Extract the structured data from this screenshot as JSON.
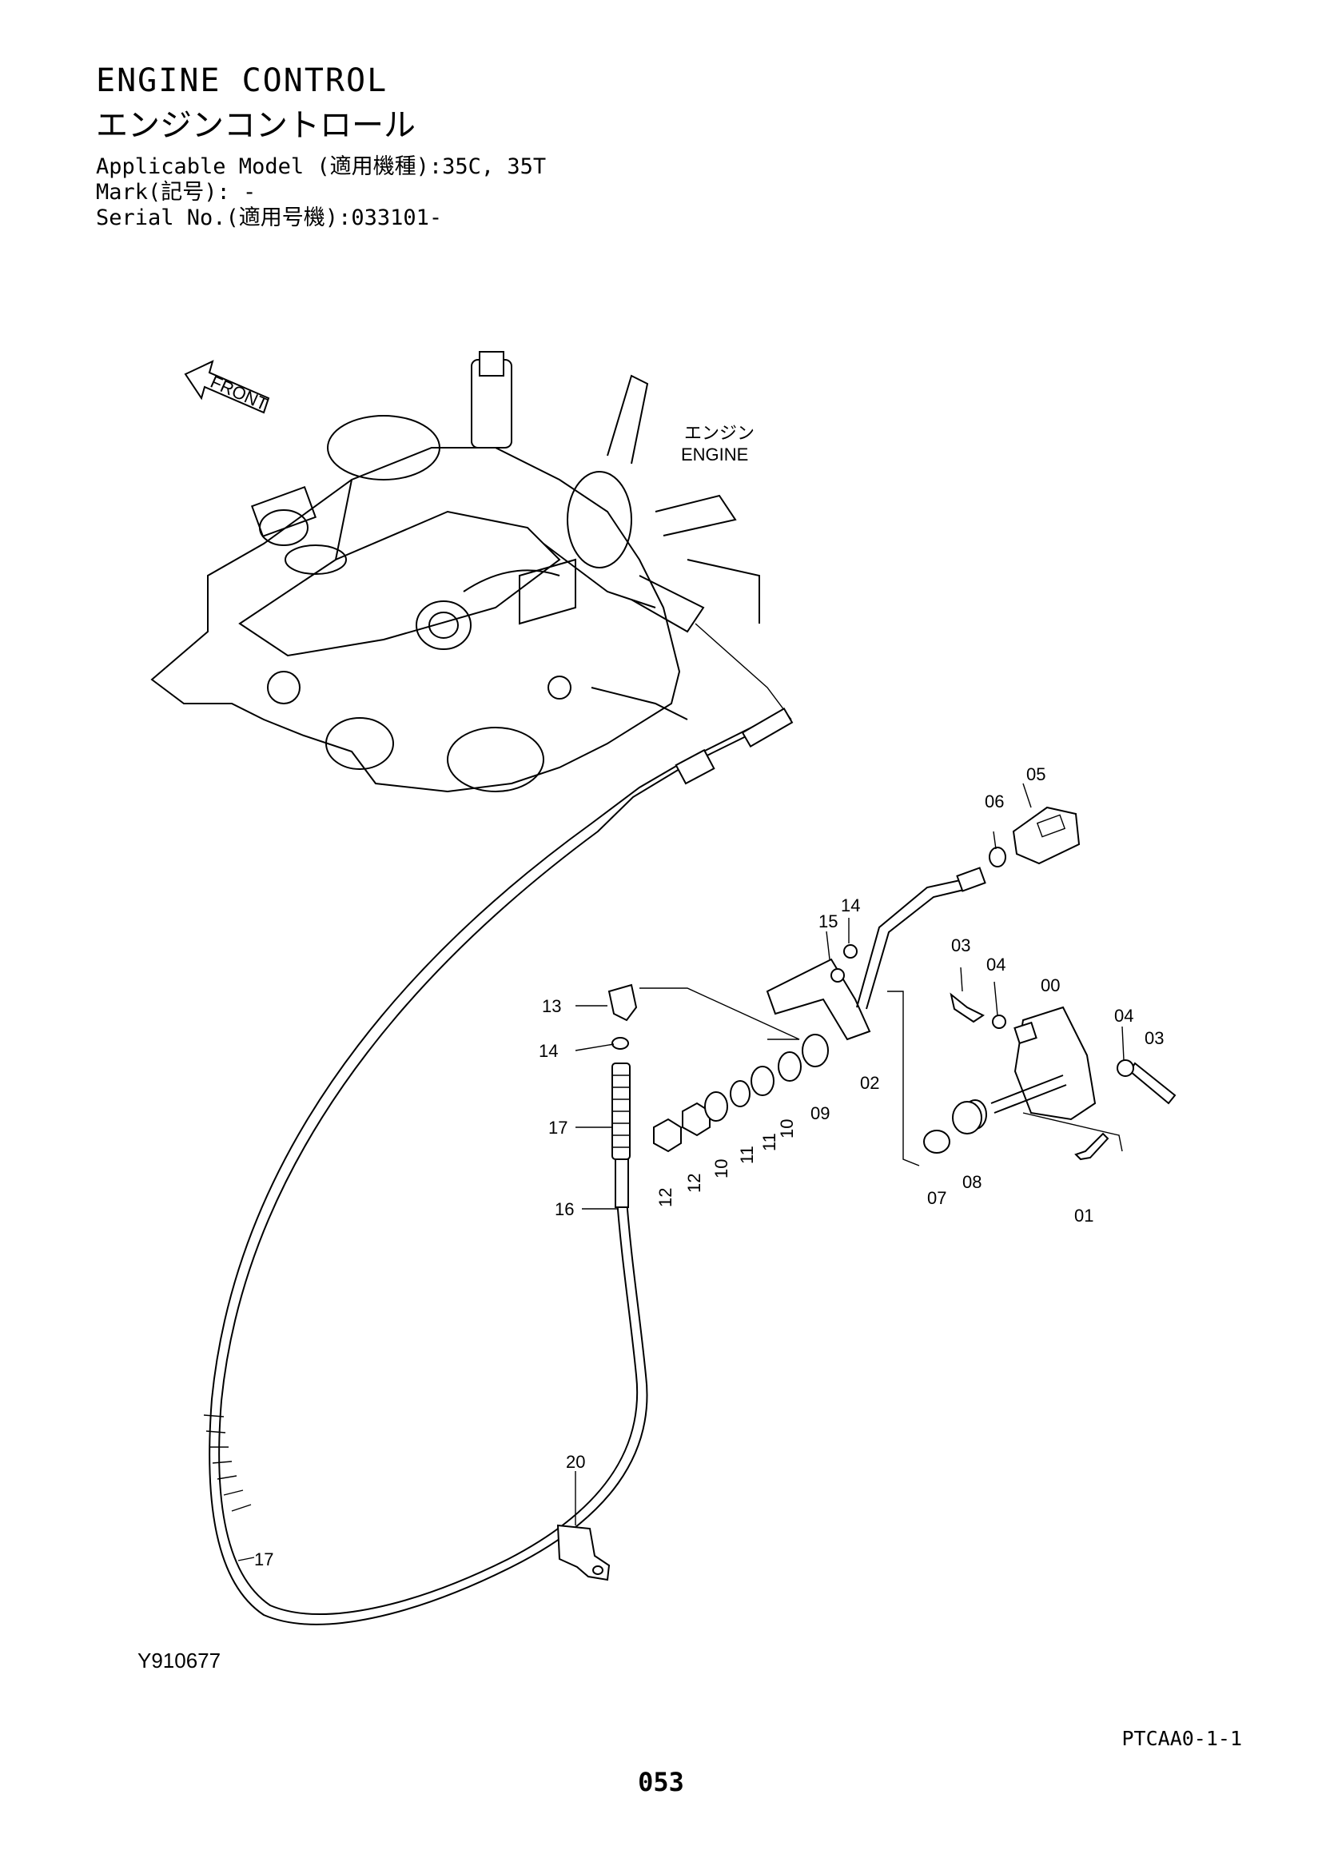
{
  "header": {
    "title_en": "ENGINE CONTROL",
    "title_ja": "エンジンコントロール",
    "applicable_model": "Applicable Model (適用機種):35C, 35T",
    "mark": "Mark(記号): -",
    "serial": "Serial No.(適用号機):033101-"
  },
  "diagram": {
    "front_label": "FRONT",
    "engine_label_ja": "エンジン",
    "engine_label_en": "ENGINE",
    "callouts": {
      "c00": "00",
      "c01": "01",
      "c02": "02",
      "c03a": "03",
      "c03b": "03",
      "c04a": "04",
      "c04b": "04",
      "c05": "05",
      "c06": "06",
      "c07": "07",
      "c08": "08",
      "c09": "09",
      "c10a": "10",
      "c10b": "10",
      "c11a": "11",
      "c11b": "11",
      "c12a": "12",
      "c12b": "12",
      "c13": "13",
      "c14a": "14",
      "c14b": "14",
      "c15": "15",
      "c16": "16",
      "c17a": "17",
      "c17b": "17",
      "c20": "20"
    },
    "figure_id": "Y910677"
  },
  "footer": {
    "page_code": "PTCAA0-1-1",
    "page_number": "053"
  }
}
